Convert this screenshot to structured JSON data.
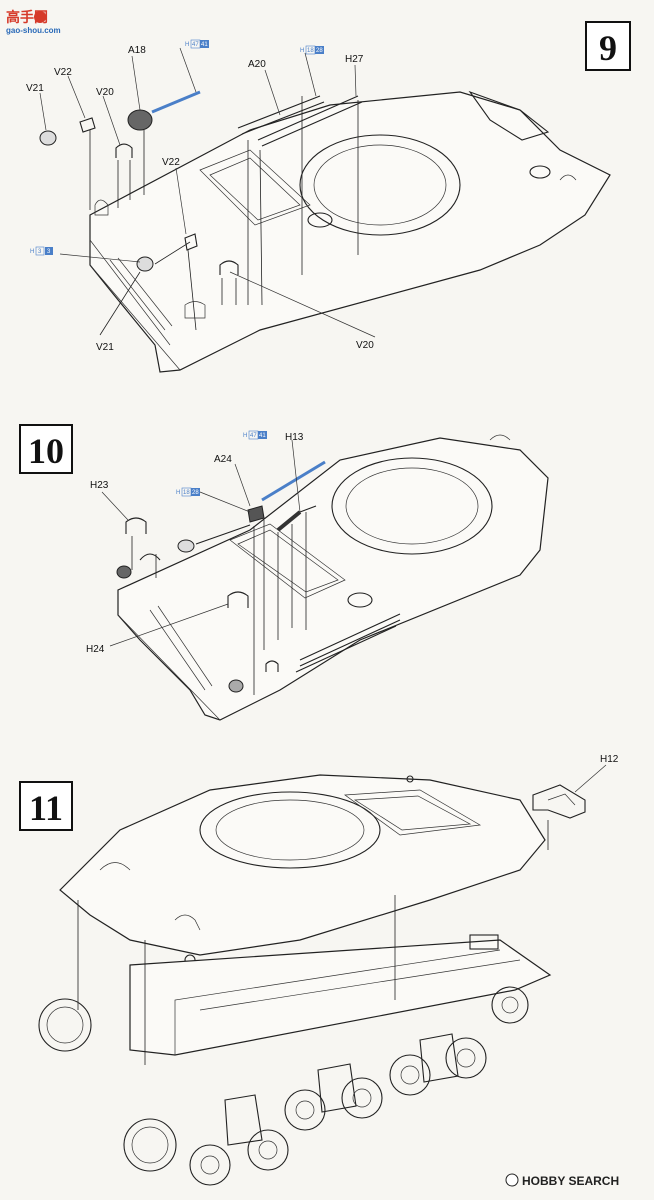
{
  "watermark": {
    "cn": "高手网",
    "url": "gao-shou.com"
  },
  "footer": {
    "brand": "HOBBY SEARCH"
  },
  "colors": {
    "accent_blue": "#4a7fc8",
    "ink": "#222222",
    "paper": "#f7f6f2"
  },
  "steps": [
    {
      "number": "9",
      "parts": {
        "v21_a": "V21",
        "v22_a": "V22",
        "v20_a": "V20",
        "a18": "A18",
        "a20": "A20",
        "h27": "H27",
        "v22_b": "V22",
        "v21_b": "V21",
        "v20_b": "V20"
      },
      "refs": [
        {
          "letter": "H",
          "n1": "47",
          "n2": "41"
        },
        {
          "letter": "H",
          "n1": "18",
          "n2": "28"
        },
        {
          "letter": "H",
          "n1": "3",
          "n2": "3"
        }
      ]
    },
    {
      "number": "10",
      "parts": {
        "h23": "H23",
        "a24": "A24",
        "h13": "H13",
        "h24": "H24"
      },
      "refs": [
        {
          "letter": "H",
          "n1": "47",
          "n2": "41"
        },
        {
          "letter": "H",
          "n1": "18",
          "n2": "28"
        }
      ]
    },
    {
      "number": "11",
      "parts": {
        "h12": "H12"
      }
    }
  ]
}
